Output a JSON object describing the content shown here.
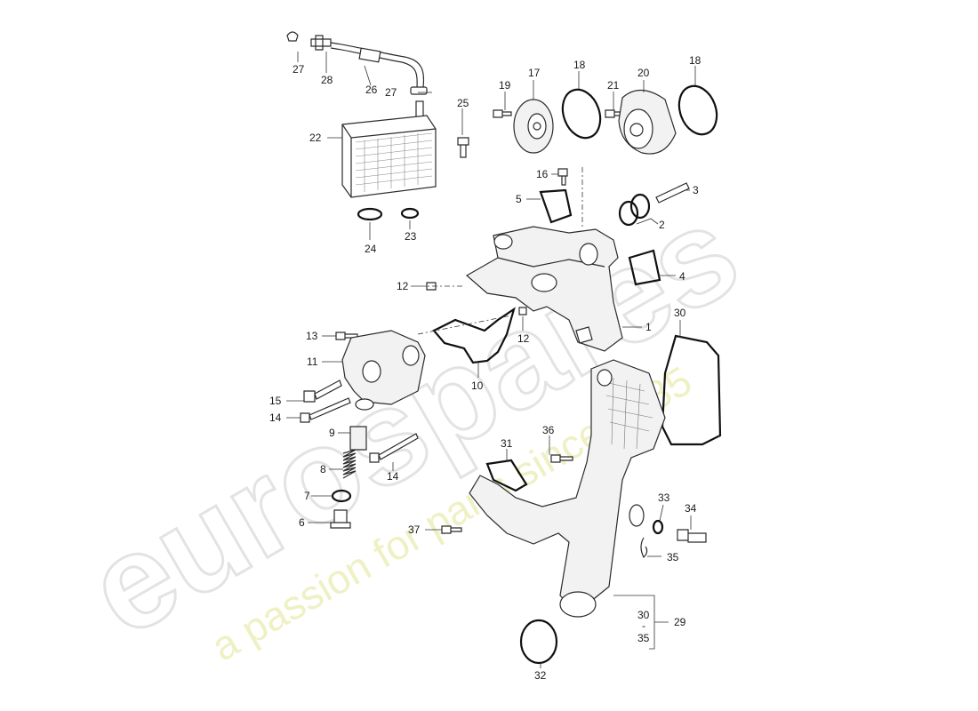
{
  "watermark": {
    "brand": "eurospares",
    "tagline": "a passion for parts since 1985"
  },
  "callouts": [
    {
      "id": "c27a",
      "text": "27"
    },
    {
      "id": "c28",
      "text": "28"
    },
    {
      "id": "c26",
      "text": "26"
    },
    {
      "id": "c27b",
      "text": "27"
    },
    {
      "id": "c22",
      "text": "22"
    },
    {
      "id": "c25",
      "text": "25"
    },
    {
      "id": "c24",
      "text": "24"
    },
    {
      "id": "c23",
      "text": "23"
    },
    {
      "id": "c19",
      "text": "19"
    },
    {
      "id": "c17",
      "text": "17"
    },
    {
      "id": "c18a",
      "text": "18"
    },
    {
      "id": "c21",
      "text": "21"
    },
    {
      "id": "c20",
      "text": "20"
    },
    {
      "id": "c18b",
      "text": "18"
    },
    {
      "id": "c16",
      "text": "16"
    },
    {
      "id": "c5",
      "text": "5"
    },
    {
      "id": "c3",
      "text": "3"
    },
    {
      "id": "c2",
      "text": "2"
    },
    {
      "id": "c4",
      "text": "4"
    },
    {
      "id": "c12a",
      "text": "12"
    },
    {
      "id": "c12b",
      "text": "12"
    },
    {
      "id": "c1",
      "text": "1"
    },
    {
      "id": "c30",
      "text": "30"
    },
    {
      "id": "c13",
      "text": "13"
    },
    {
      "id": "c11",
      "text": "11"
    },
    {
      "id": "c10",
      "text": "10"
    },
    {
      "id": "c15",
      "text": "15"
    },
    {
      "id": "c14a",
      "text": "14"
    },
    {
      "id": "c9",
      "text": "9"
    },
    {
      "id": "c14b",
      "text": "14"
    },
    {
      "id": "c31",
      "text": "31"
    },
    {
      "id": "c36",
      "text": "36"
    },
    {
      "id": "c8",
      "text": "8"
    },
    {
      "id": "c7",
      "text": "7"
    },
    {
      "id": "c6",
      "text": "6"
    },
    {
      "id": "c37",
      "text": "37"
    },
    {
      "id": "c33",
      "text": "33"
    },
    {
      "id": "c34",
      "text": "34"
    },
    {
      "id": "c35",
      "text": "35"
    },
    {
      "id": "c32",
      "text": "32"
    }
  ],
  "range_group": {
    "from": "30",
    "sep": "-",
    "to": "35",
    "parent": "29"
  }
}
